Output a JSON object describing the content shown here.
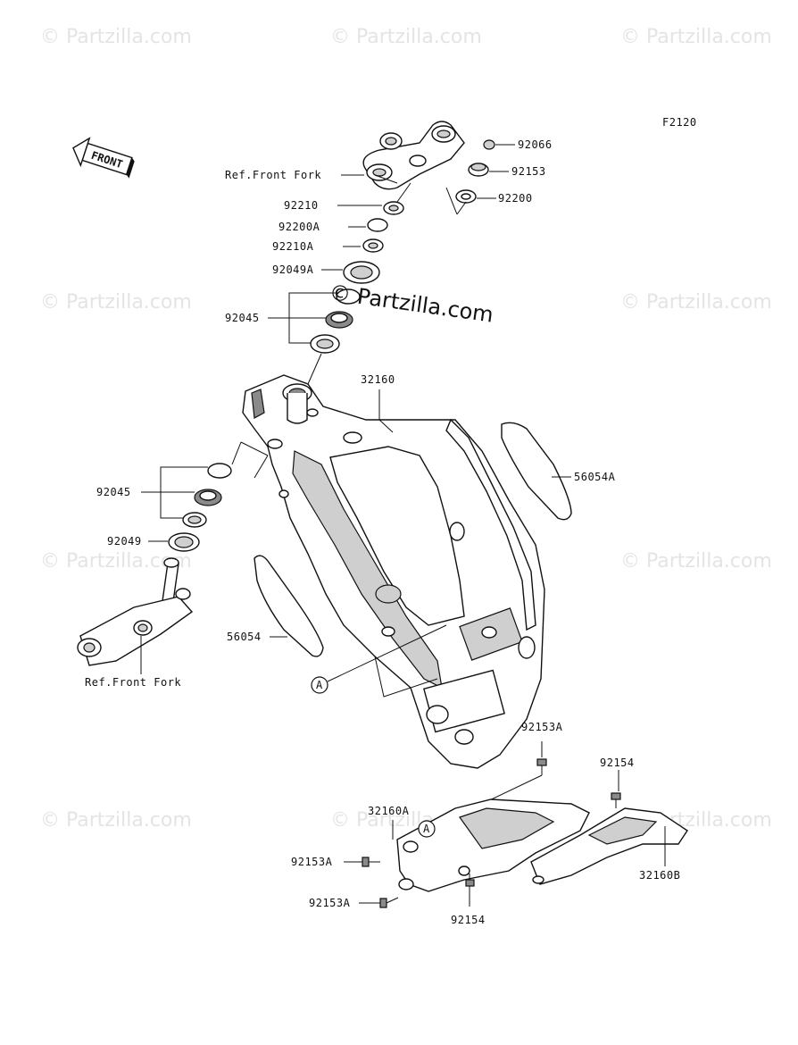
{
  "diagram_code": "F2120",
  "watermark": "Partzilla.com",
  "center_watermark": "Partzilla.com",
  "front_arrow": "FRONT",
  "ref_labels": {
    "upper": "Ref.Front Fork",
    "lower": "Ref.Front Fork"
  },
  "callout_letter": "A",
  "parts": {
    "p92066": "92066",
    "p92153": "92153",
    "p92200": "92200",
    "p92210": "92210",
    "p92200A": "92200A",
    "p92210A": "92210A",
    "p92049A": "92049A",
    "p92045_upper": "92045",
    "p32160": "32160",
    "p56054A": "56054A",
    "p92045_lower": "92045",
    "p92049": "92049",
    "p56054": "56054",
    "p92153A_top": "92153A",
    "p92154_top": "92154",
    "p32160A": "32160A",
    "p92153A_mid": "92153A",
    "p92153A_bot": "92153A",
    "p92154_bot": "92154",
    "p32160B": "32160B"
  }
}
